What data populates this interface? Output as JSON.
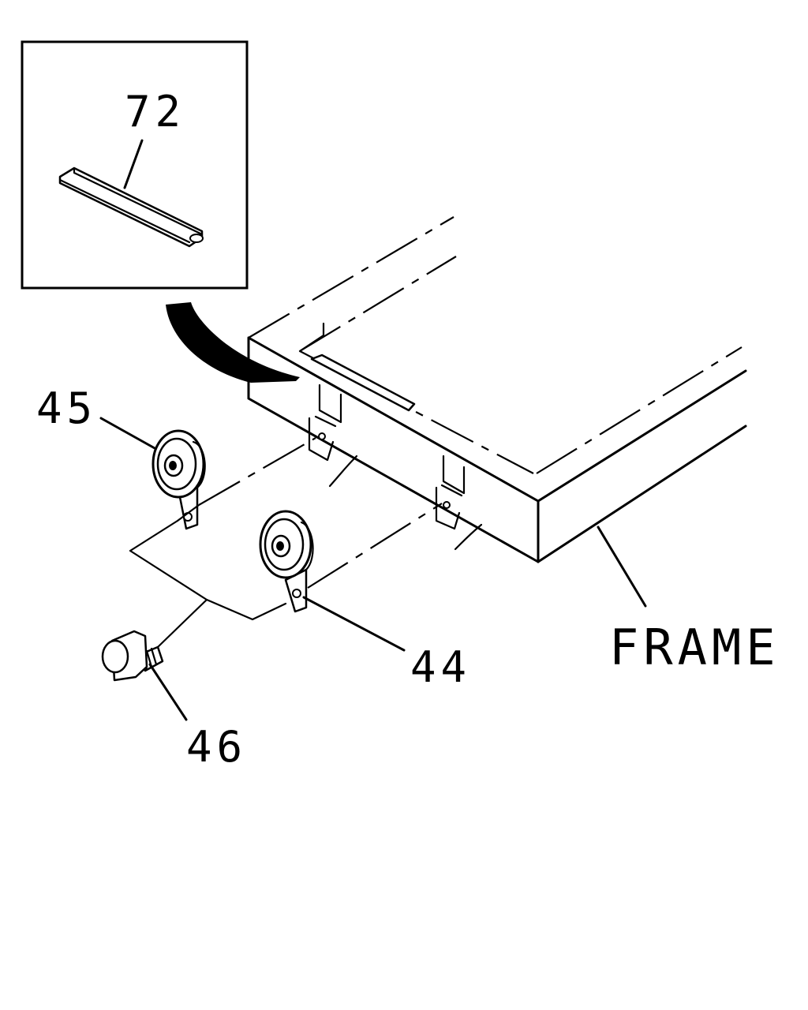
{
  "diagram": {
    "callouts": {
      "part_72": "72",
      "part_45": "45",
      "part_44": "44",
      "part_46": "46",
      "frame": "FRAME"
    }
  }
}
